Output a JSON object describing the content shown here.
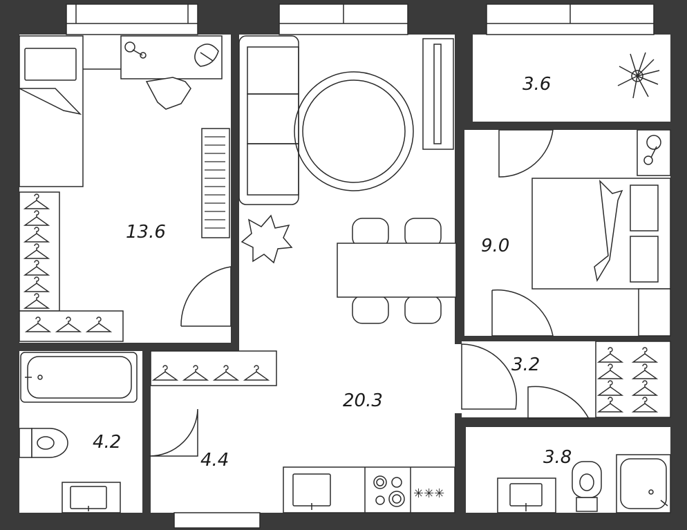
{
  "rooms": {
    "bedroom_left": {
      "area": "13.6"
    },
    "balcony": {
      "area": "3.6"
    },
    "bedroom_right": {
      "area": "9.0"
    },
    "living_kitchen": {
      "area": "20.3"
    },
    "hall_small": {
      "area": "3.2"
    },
    "bathroom_left": {
      "area": "4.2"
    },
    "hallway": {
      "area": "4.4"
    },
    "bathroom_right": {
      "area": "3.8"
    }
  },
  "colors": {
    "wall": "#3a3a3a",
    "floor": "#ffffff",
    "line": "#2a2a2a"
  }
}
